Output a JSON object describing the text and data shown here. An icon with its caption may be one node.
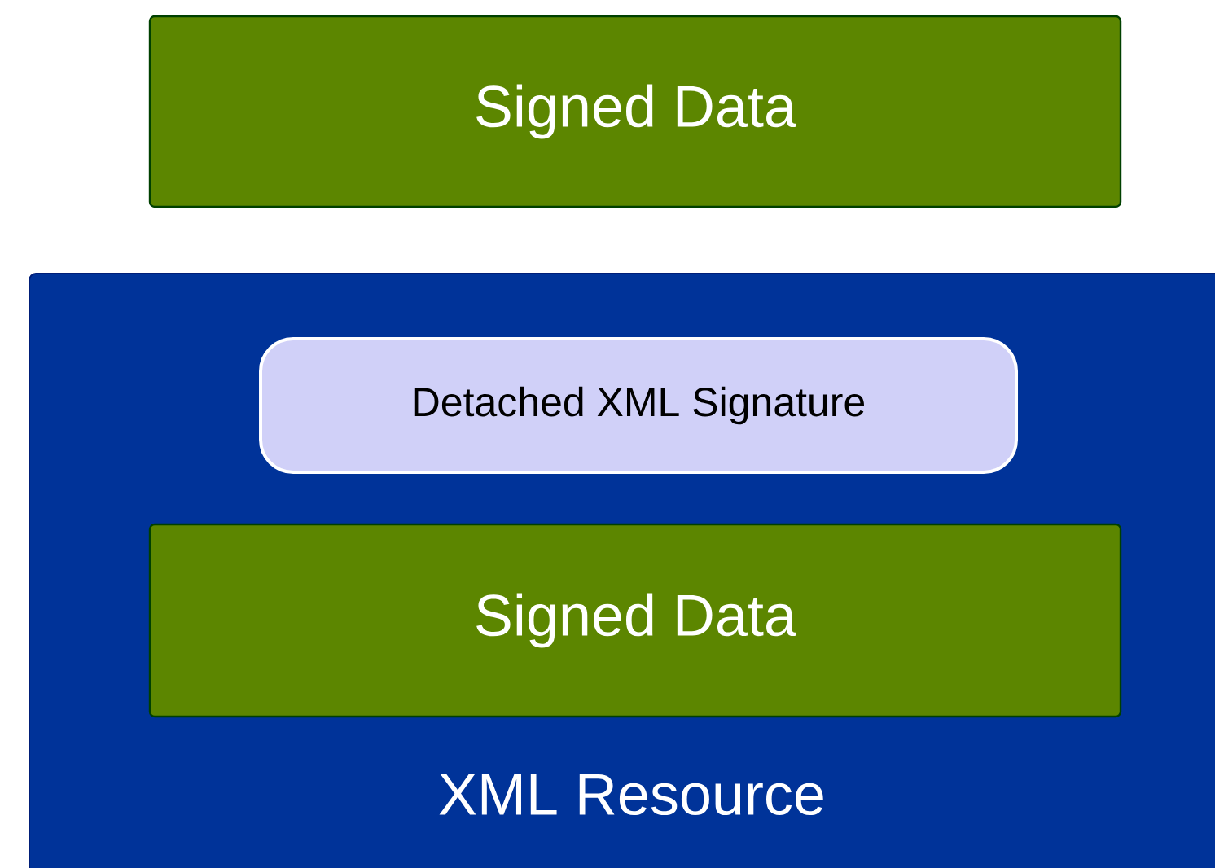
{
  "diagram": {
    "nodes": [
      {
        "text": [
          "Signed Data"
        ]
      },
      {
        "text": [
          "XML Resource"
        ]
      },
      {
        "text": [
          "Detached XML Signature"
        ],
        "in": 1
      },
      {
        "text": [
          "Signed Data"
        ],
        "in": 1
      }
    ]
  }
}
